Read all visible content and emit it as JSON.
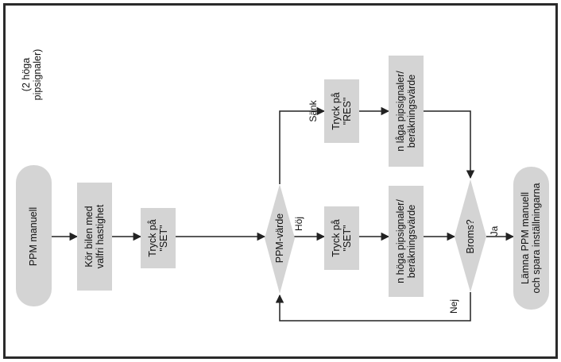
{
  "colors": {
    "box_fill": "#d4d4d4",
    "stroke": "#222222",
    "frame": "#2a2a2a"
  },
  "annotation": [
    "(2 höga",
    "pipsignaler)"
  ],
  "nodes": {
    "start": {
      "lines": [
        "PPM manuell"
      ]
    },
    "drive": {
      "lines": [
        "Kör bilen med",
        "valfri hastighet"
      ]
    },
    "set1": {
      "lines": [
        "Tryck på",
        "\"SET\""
      ]
    },
    "ppm": {
      "lines": [
        "PPM-värde"
      ]
    },
    "res": {
      "lines": [
        "Tryck på",
        "\"RES\""
      ]
    },
    "set2": {
      "lines": [
        "Tryck på",
        "\"SET\""
      ]
    },
    "low": {
      "lines": [
        "n låga pipsignaler/",
        "beräkningsvärde"
      ]
    },
    "high": {
      "lines": [
        "n höga pipsignaler/",
        "beräkningsvärde"
      ]
    },
    "brake": {
      "lines": [
        "Broms?"
      ]
    },
    "end": {
      "lines": [
        "Lämna PPM manuell",
        "och spara inställningarna"
      ]
    }
  },
  "edge_labels": {
    "sank": "Sänk",
    "hoj": "Höj",
    "ja": "Ja",
    "nej": "Nej"
  }
}
